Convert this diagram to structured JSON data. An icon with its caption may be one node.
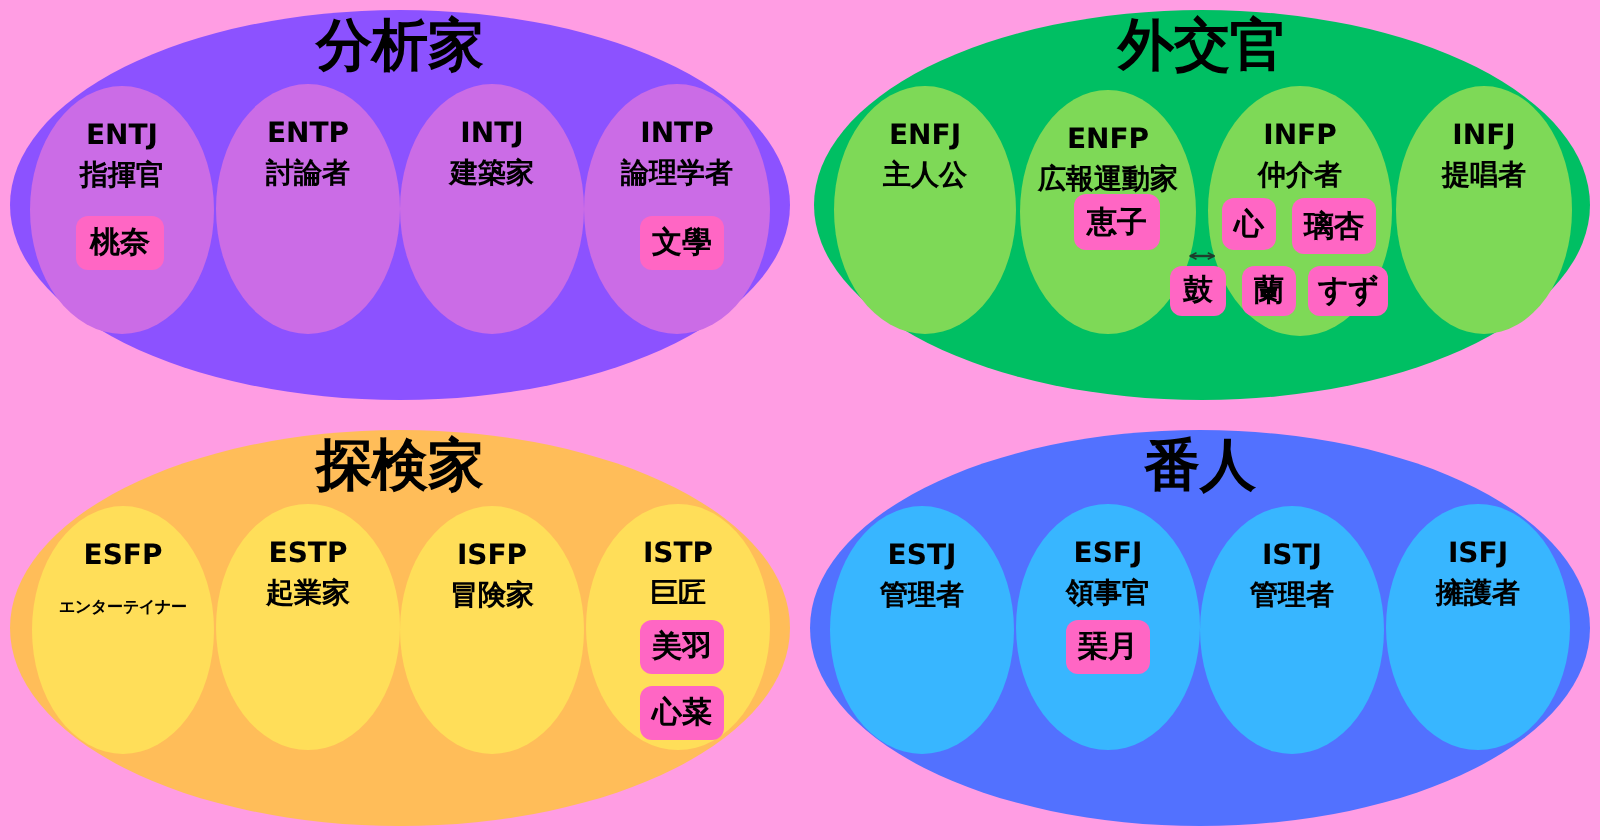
{
  "diagram": {
    "nodes": [
      {
        "text": [
          "分析家"
        ]
      },
      {
        "text": [
          "ENTJ",
          "指揮官"
        ],
        "in": 0
      },
      {
        "text": [
          "桃奈"
        ],
        "in": 1
      },
      {
        "text": [
          "ENTP",
          "討論者"
        ],
        "in": 0
      },
      {
        "text": [
          "INTJ",
          "建築家"
        ],
        "in": 0
      },
      {
        "text": [
          "INTP",
          "論理学者"
        ],
        "in": 0
      },
      {
        "text": [
          "文學"
        ],
        "in": 5
      },
      {
        "text": [
          "外交官"
        ]
      },
      {
        "text": [
          "ENFJ",
          "主人公"
        ],
        "in": 7
      },
      {
        "text": [
          "ENFP",
          "広報運動家"
        ],
        "in": 7
      },
      {
        "text": [
          "恵子"
        ],
        "in": 9
      },
      {
        "text": [
          "INFP",
          "仲介者"
        ],
        "in": 7
      },
      {
        "text": [
          "心"
        ],
        "in": 11
      },
      {
        "text": [
          "璃杏"
        ],
        "in": 11
      },
      {
        "text": [
          "鼓"
        ],
        "in": 7
      },
      {
        "text": [
          "蘭"
        ],
        "in": 11
      },
      {
        "text": [
          "すず"
        ],
        "in": 11
      },
      {
        "text": [
          "INFJ",
          "提唱者"
        ],
        "in": 7
      },
      {
        "text": [
          "探検家"
        ]
      },
      {
        "text": [
          "ESFP",
          "エンターテイナー"
        ],
        "in": 18
      },
      {
        "text": [
          "ESTP",
          "起業家"
        ],
        "in": 18
      },
      {
        "text": [
          "ISFP",
          "冒険家"
        ],
        "in": 18
      },
      {
        "text": [
          "ISTP",
          "巨匠"
        ],
        "in": 18
      },
      {
        "text": [
          "美羽"
        ],
        "in": 22
      },
      {
        "text": [
          "心菜"
        ],
        "in": 22
      },
      {
        "text": [
          "番人"
        ]
      },
      {
        "text": [
          "ESTJ",
          "管理者"
        ],
        "in": 25
      },
      {
        "text": [
          "ESFJ",
          "領事官"
        ],
        "in": 25
      },
      {
        "text": [
          "琹月"
        ],
        "in": 27
      },
      {
        "text": [
          "ISTJ",
          "管理者"
        ],
        "in": 25
      },
      {
        "text": [
          "ISFJ",
          "擁護者"
        ],
        "in": 25
      }
    ],
    "edges": [
      {
        "from": 9,
        "to": 11,
        "arrow": "both"
      }
    ]
  }
}
